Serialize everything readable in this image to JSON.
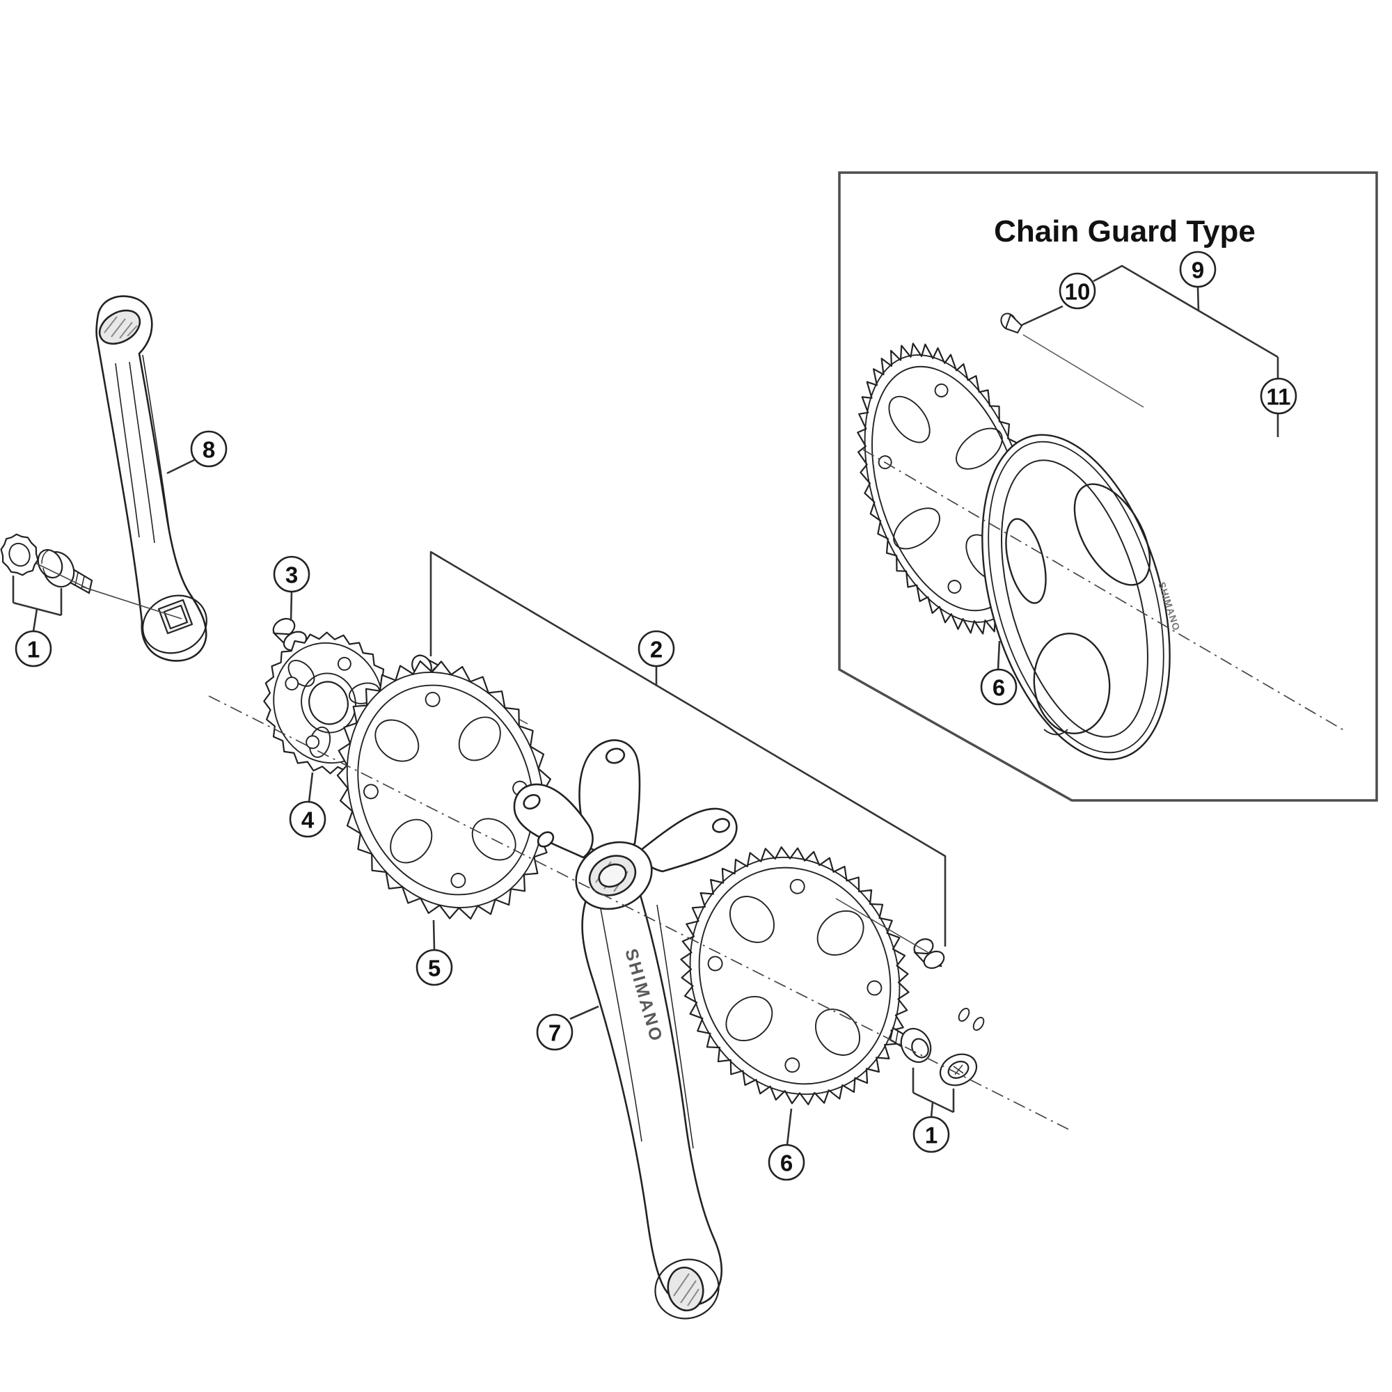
{
  "diagram": {
    "background": "#ffffff",
    "ink": "#222222",
    "line": "#333333",
    "box_border": "#4d4d4d"
  },
  "chain_guard_box": {
    "title": "Chain Guard Type"
  },
  "callouts": {
    "c1_left": "1",
    "c2": "2",
    "c3": "3",
    "c4": "4",
    "c5": "5",
    "c6_main": "6",
    "c7": "7",
    "c8": "8",
    "c1_right": "1",
    "c9": "9",
    "c10": "10",
    "c11": "11",
    "c6_box": "6"
  },
  "brand": {
    "crank_text": "SHIMANO",
    "guard_text": "SHIMANO"
  }
}
